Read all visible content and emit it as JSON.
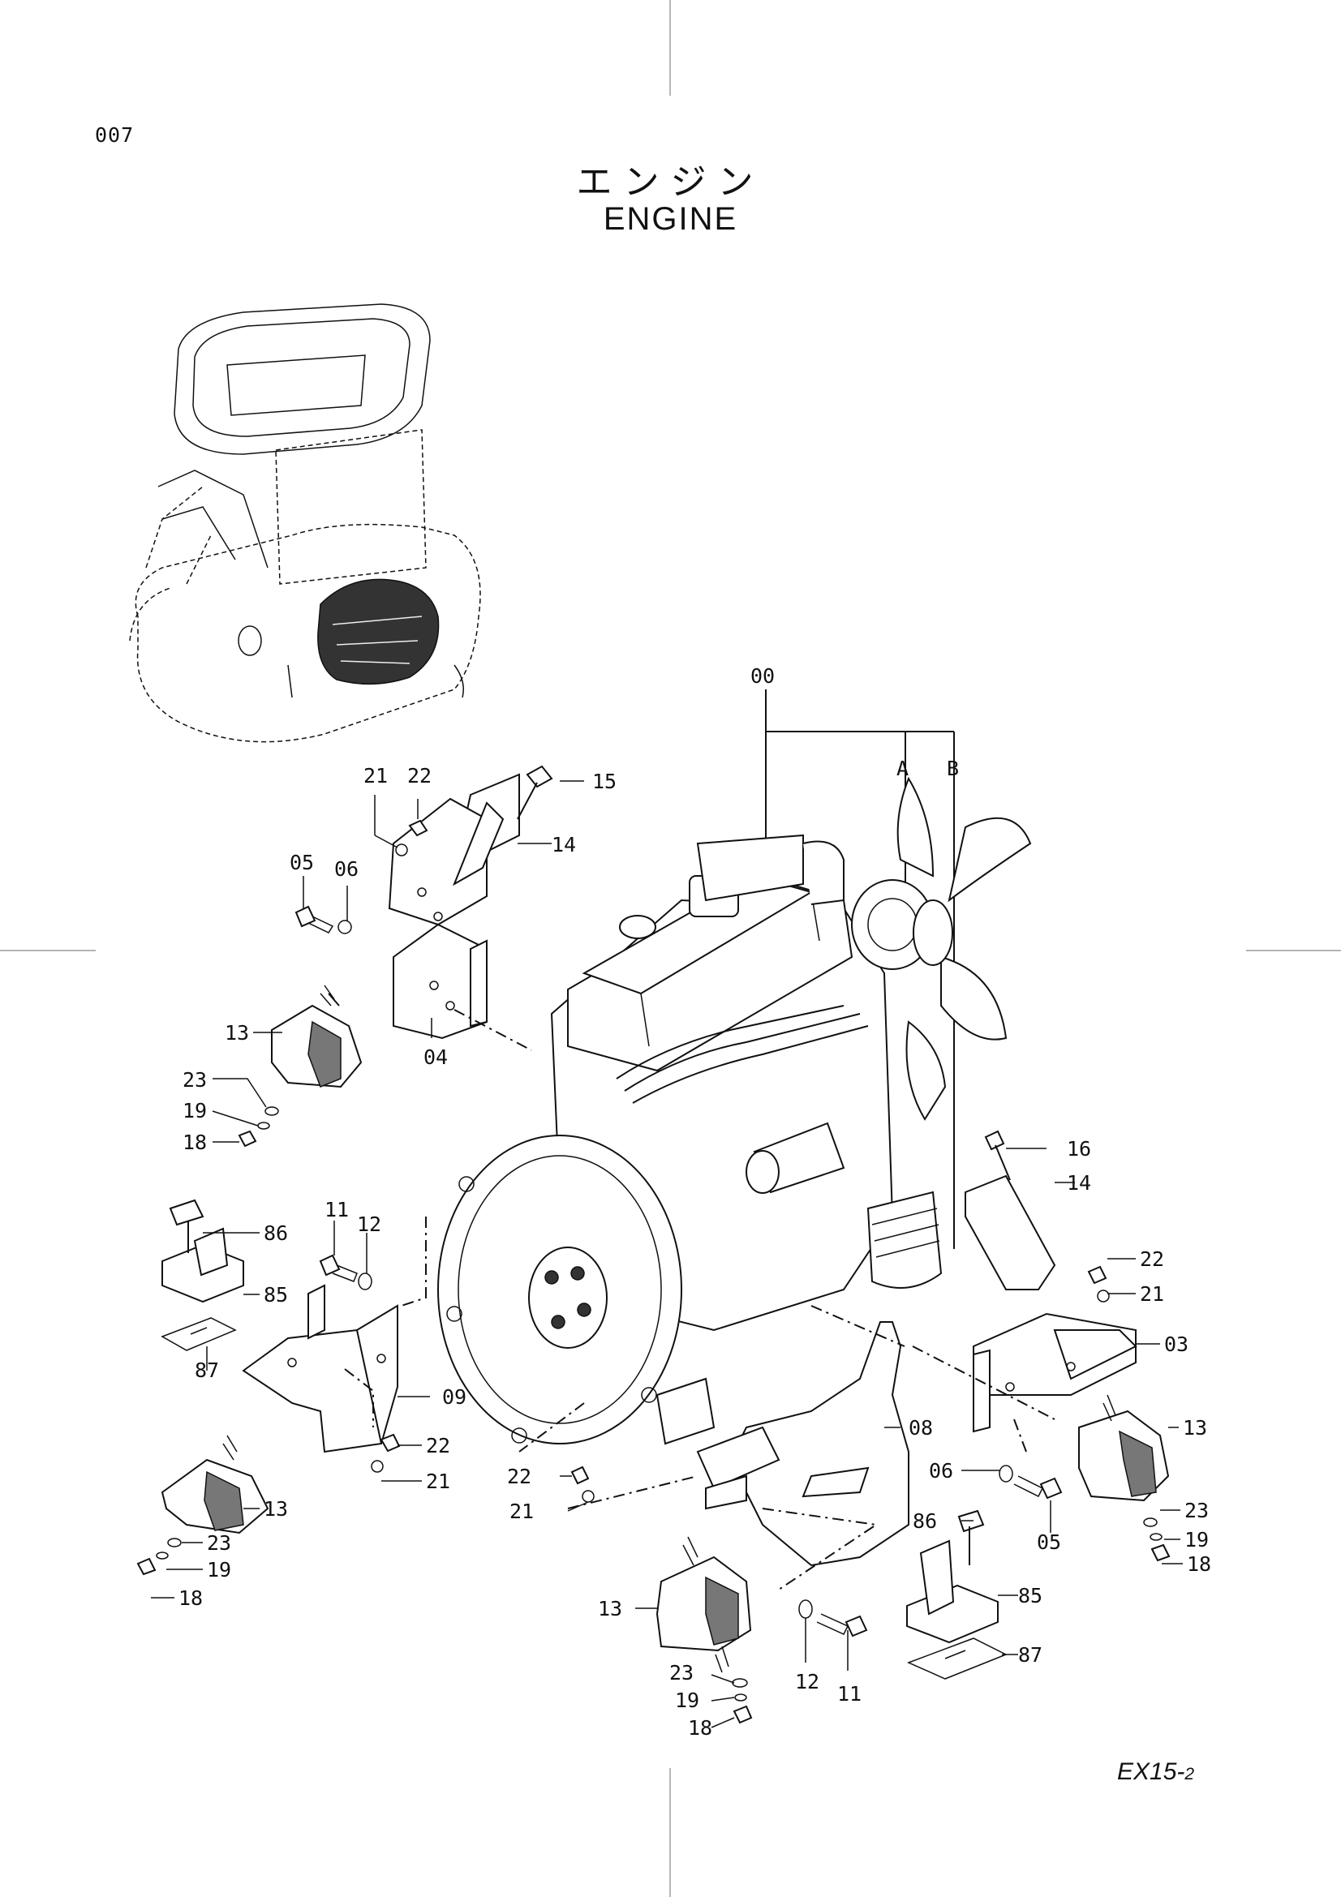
{
  "page": {
    "number": "007"
  },
  "title": {
    "japanese": "エンジン",
    "english": "ENGINE"
  },
  "footer": {
    "model": "EX15-",
    "variant": "2"
  },
  "group_labels": {
    "assembly": "00",
    "sub_a": "A",
    "sub_b": "B"
  },
  "callouts": {
    "c15": "15",
    "c14a": "14",
    "c21a": "21",
    "c22a": "22",
    "c05a": "05",
    "c06a": "06",
    "c04": "04",
    "c13a": "13",
    "c23a": "23",
    "c19a": "19",
    "c18a": "18",
    "c86a": "86",
    "c85a": "85",
    "c87a": "87",
    "c11a": "11",
    "c12a": "12",
    "c09": "09",
    "c22b": "22",
    "c21b": "21",
    "c13b": "13",
    "c23b": "23",
    "c19b": "19",
    "c18b": "18",
    "c16": "16",
    "c14b": "14",
    "c22c": "22",
    "c21c": "21",
    "c03": "03",
    "c08": "08",
    "c06b": "06",
    "c05b": "05",
    "c13c": "13",
    "c23c": "23",
    "c19c": "19",
    "c18c": "18",
    "c22d": "22",
    "c21d": "21",
    "c86b": "86",
    "c85b": "85",
    "c87b": "87",
    "c13d": "13",
    "c23d": "23",
    "c19d": "19",
    "c18d": "18",
    "c12b": "12",
    "c11b": "11"
  }
}
